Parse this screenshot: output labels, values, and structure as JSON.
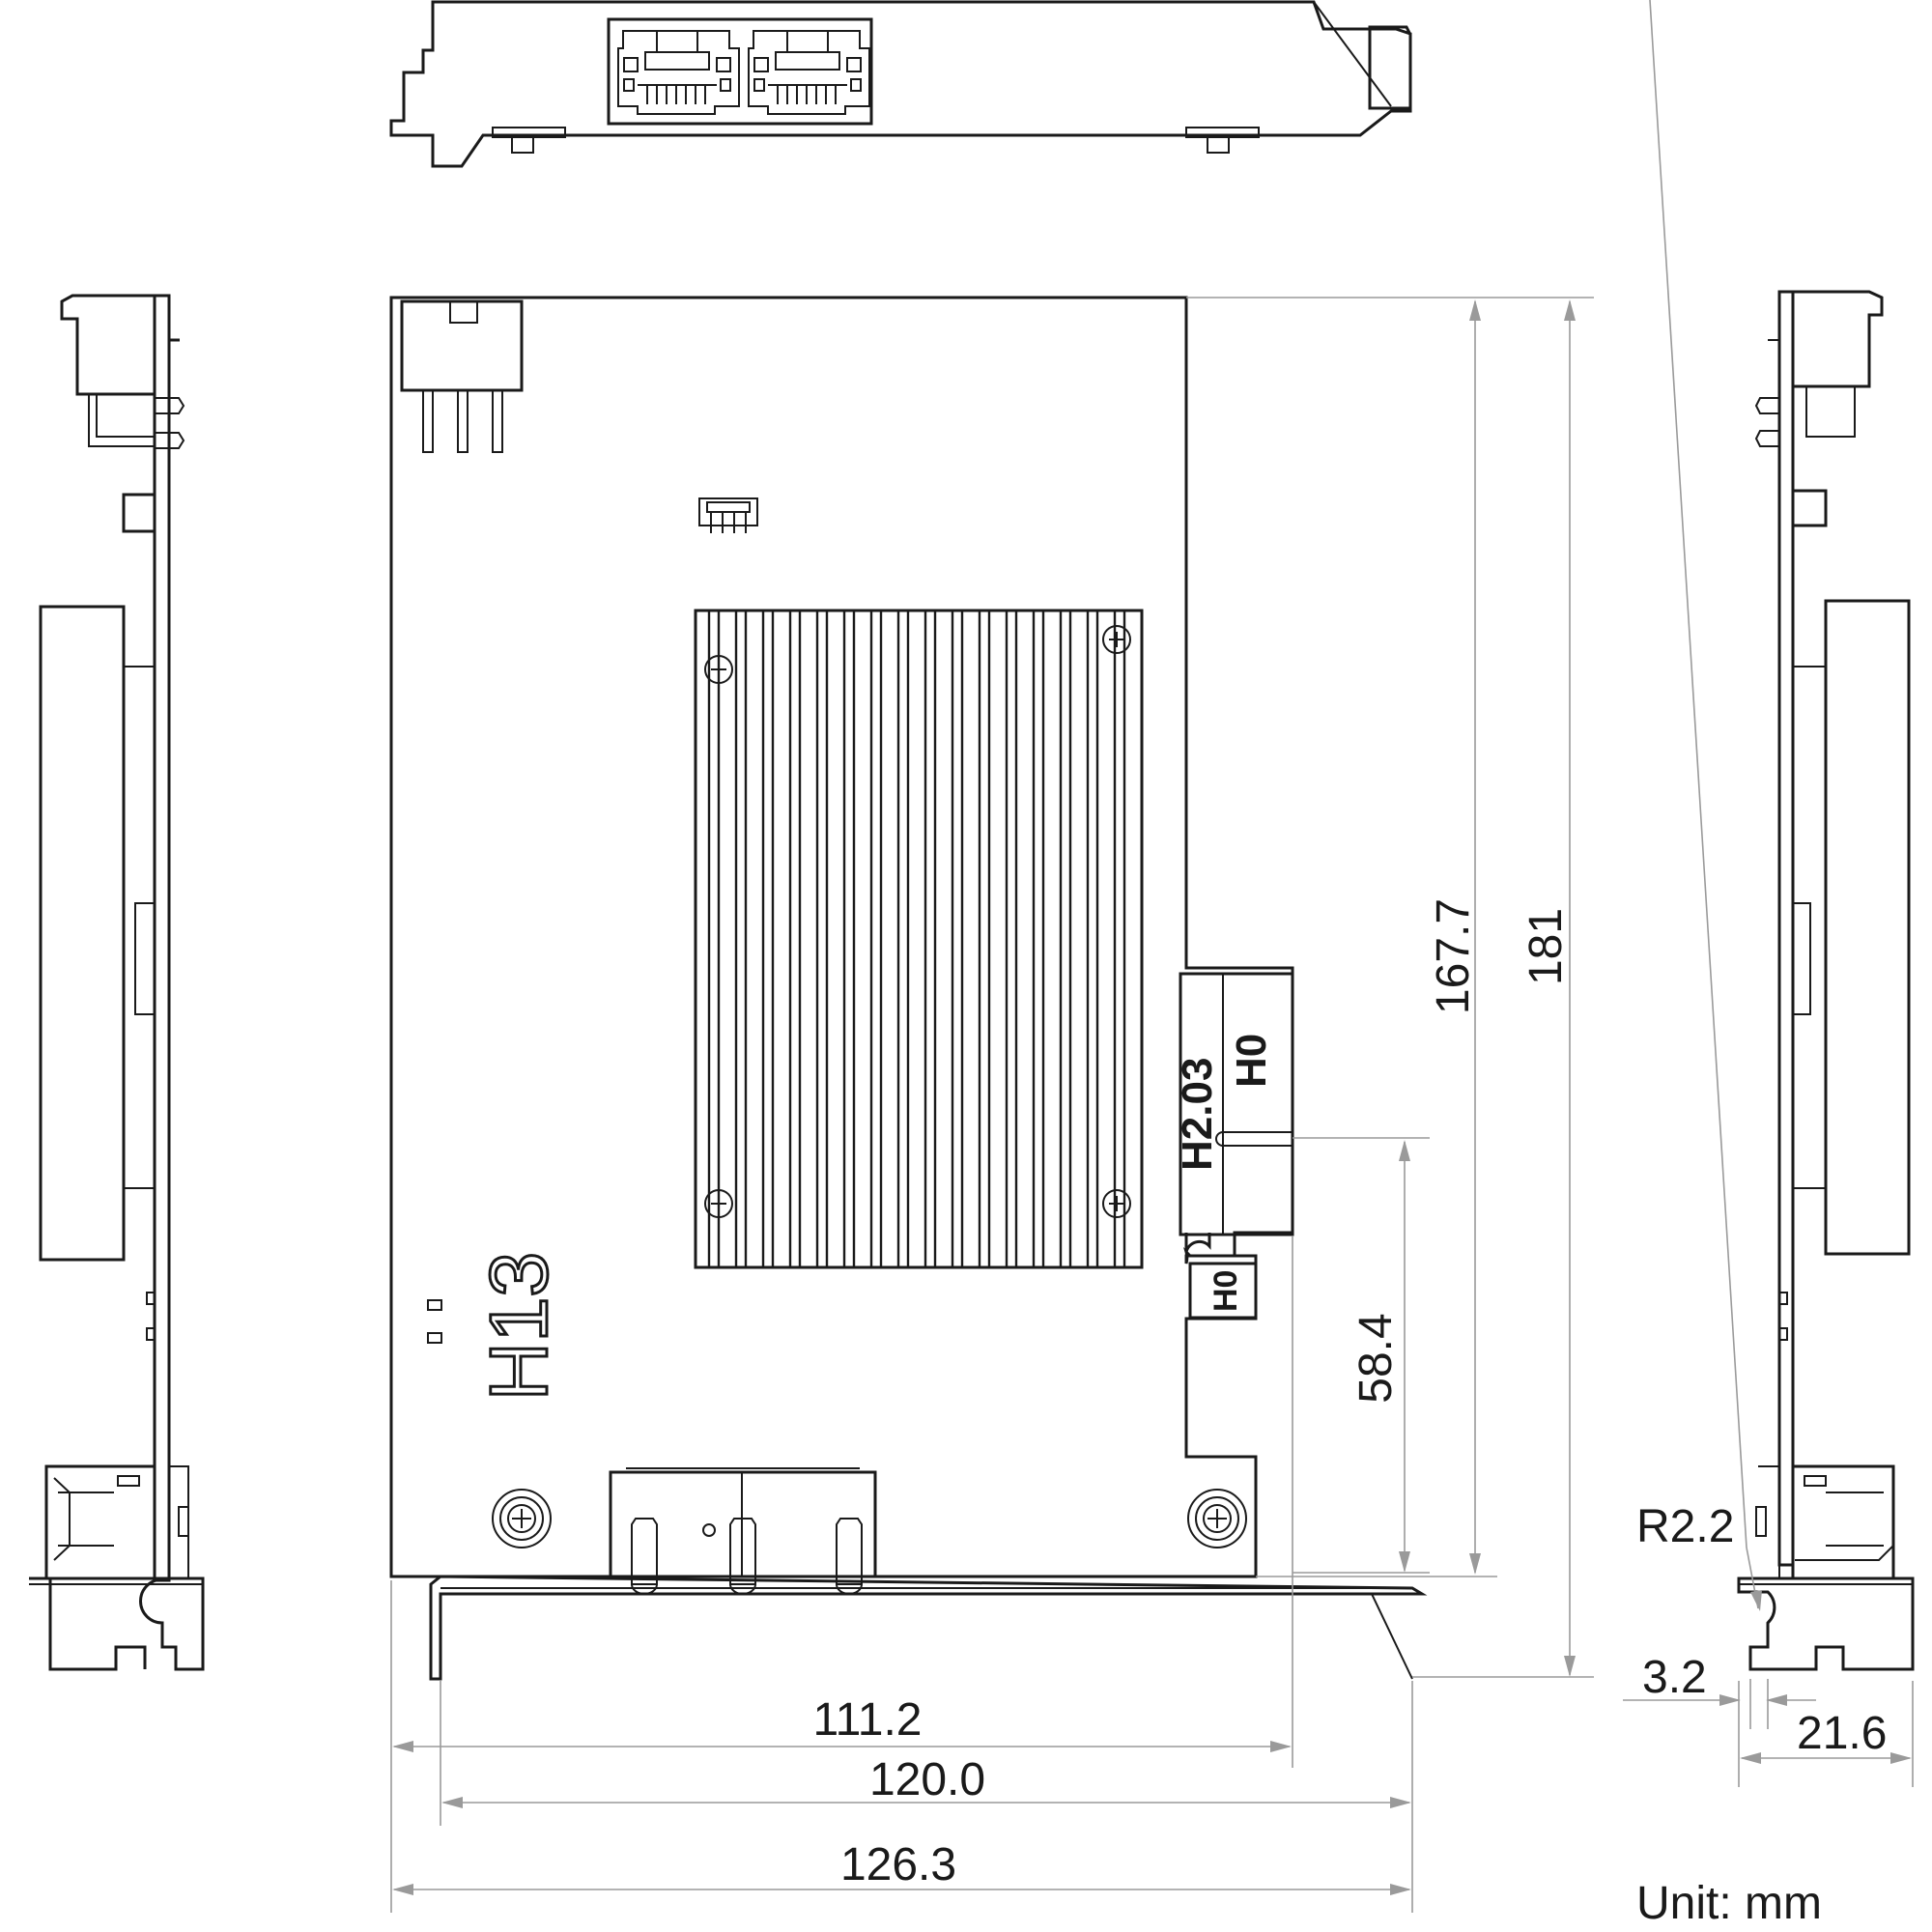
{
  "dimensions": {
    "width_111_2": "111.2",
    "width_120_0": "120.0",
    "width_126_3": "126.3",
    "height_167_7": "167.7",
    "height_181": "181",
    "height_58_4": "58.4",
    "radius": "R2.2",
    "thickness_3_2": "3.2",
    "depth_21_6": "21.6"
  },
  "markings": {
    "board_label": "H13",
    "connector_label_main": "H2.03",
    "connector_label_ho_top": "H0",
    "connector_label_ho_bottom": "H0"
  },
  "unit_note": "Unit: mm"
}
